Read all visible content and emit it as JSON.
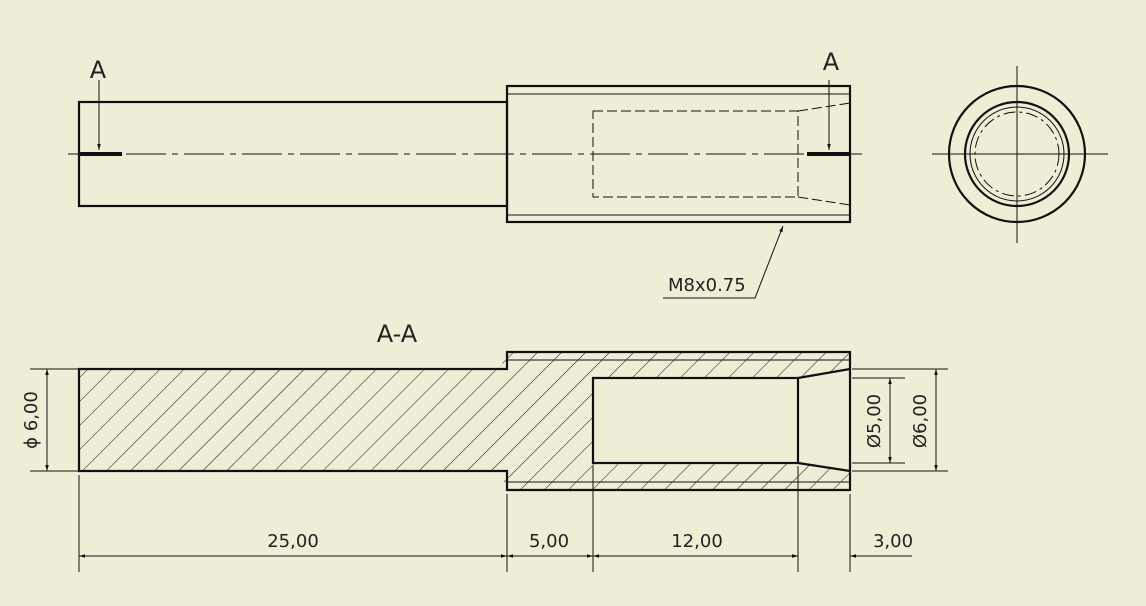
{
  "drawing": {
    "section_marker_label": "A",
    "section_title": "A-A",
    "thread_callout": "M8x0.75",
    "dimensions": {
      "shaft_diameter": "ϕ 6,00",
      "bore_diameter": "Ø5,00",
      "outer_diameter": "Ø6,00",
      "shaft_length": "25,00",
      "collar_length": "5,00",
      "bore_depth": "12,00",
      "chamfer_length": "3,00"
    },
    "colors": {
      "background": "#eeedd6",
      "line": "#111111"
    }
  }
}
